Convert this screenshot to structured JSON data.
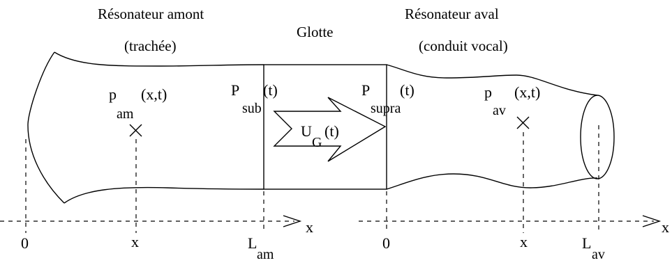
{
  "labels": {
    "upstream_title": "Résonateur amont",
    "upstream_subtitle": "(trachée)",
    "glottis_title": "Glotte",
    "downstream_title": "Résonateur aval",
    "downstream_subtitle": "(conduit vocal)"
  },
  "symbols": {
    "p_am": {
      "base": "p",
      "sub": "am",
      "args": "(x,t)"
    },
    "p_sub": {
      "base": "P",
      "sub": "sub",
      "args": "(t)"
    },
    "p_supra": {
      "base": "P",
      "sub": "supra",
      "args": "(t)"
    },
    "p_av": {
      "base": "p",
      "sub": "av",
      "args": "(x,t)"
    },
    "u_g": {
      "base": "U",
      "sub": "G",
      "args": "(t)"
    }
  },
  "axes": {
    "left": {
      "name": "x",
      "ticks": [
        "0",
        "x"
      ],
      "end_base": "L",
      "end_sub": "am"
    },
    "right": {
      "name": "x",
      "ticks": [
        "0",
        "x"
      ],
      "end_base": "L",
      "end_sub": "av"
    }
  }
}
